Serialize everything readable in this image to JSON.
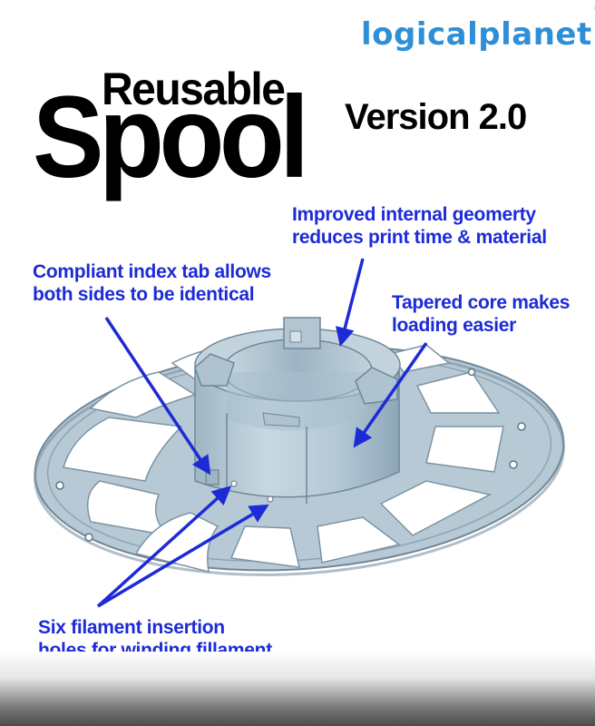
{
  "brand": {
    "logo_text": "logicalplanet",
    "trademark": "™",
    "color": "#2f8fd6"
  },
  "title": {
    "line1": "Reusable",
    "line2": "Spool",
    "version": "Version 2.0"
  },
  "callouts": [
    {
      "lines": [
        "Improved internal geomerty",
        "reduces print time & material"
      ]
    },
    {
      "lines": [
        "Compliant index tab allows",
        "both sides to be identical"
      ]
    },
    {
      "lines": [
        "Tapered core makes",
        "loading easier"
      ]
    },
    {
      "lines": [
        "Six filament insertion",
        "holes for winding fillament"
      ]
    }
  ],
  "colors": {
    "callout_text": "#1c2bd6",
    "arrow": "#1c2bd6",
    "spool_body": "#b9cbd6",
    "spool_shadow": "#8aa2b2"
  }
}
